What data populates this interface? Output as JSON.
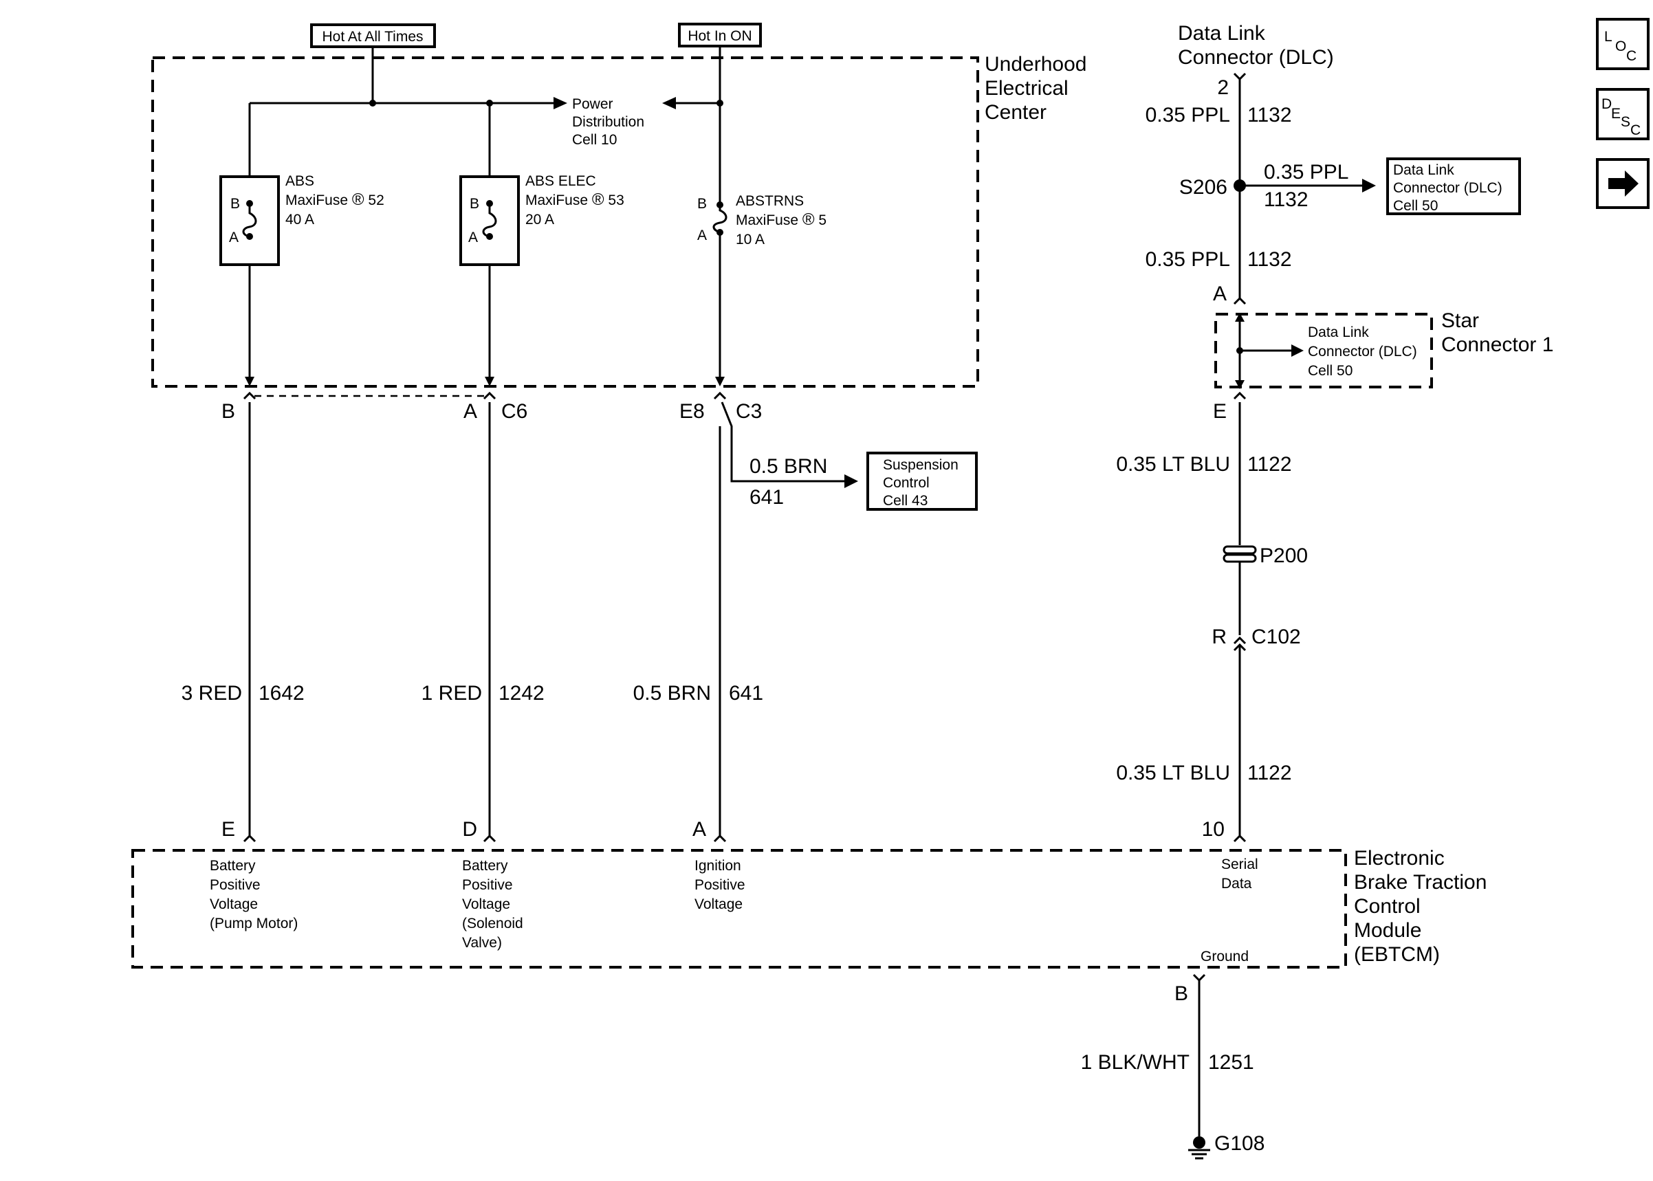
{
  "nav_icons": {
    "loc": {
      "main": "L",
      "sub": "O",
      "sub2": "C"
    },
    "desc": {
      "main": "D",
      "sub": "E",
      "sub2": "S",
      "sub3": "C"
    },
    "arrow_icon": "arrow-right-icon"
  },
  "power": {
    "hot_at_all_times": "Hot At All Times",
    "hot_in_on": "Hot In ON",
    "pdc": [
      "Power",
      "Distribution",
      "Cell 10"
    ]
  },
  "uec": {
    "label": [
      "Underhood",
      "Electrical",
      "Center"
    ],
    "fuse1": {
      "name": "ABS",
      "maxi": "MaxiFuse",
      "reg": "®",
      "num": "52",
      "rating": "40 A",
      "pin_b": "B",
      "pin_a": "A"
    },
    "fuse2": {
      "name": "ABS ELEC",
      "maxi": "MaxiFuse",
      "reg": "®",
      "num": "53",
      "rating": "20 A",
      "pin_b": "B",
      "pin_a": "A"
    },
    "fuse3": {
      "name": "ABSTRNS",
      "maxi": "MaxiFuse",
      "reg": "®",
      "num": "5",
      "rating": "10 A",
      "pin_b": "B",
      "pin_a": "A"
    }
  },
  "connectors": {
    "c6_pin_b": "B",
    "c6_pin_a": "A",
    "c6": "C6",
    "c3_pin": "E8",
    "c3": "C3"
  },
  "branch_641": {
    "color": "0.5 BRN",
    "circuit": "641",
    "dest": [
      "Suspension",
      "Control",
      "Cell 43"
    ]
  },
  "wires": {
    "w1642": {
      "color": "3 RED",
      "circuit": "1642"
    },
    "w1242": {
      "color": "1 RED",
      "circuit": "1242"
    },
    "w641": {
      "color": "0.5 BRN",
      "circuit": "641"
    }
  },
  "dlc": {
    "title": [
      "Data Link",
      "Connector (DLC)"
    ],
    "pin": "2",
    "w1": {
      "color": "0.35 PPL",
      "circuit": "1132"
    },
    "splice": "S206",
    "branch": {
      "color": "0.35 PPL",
      "circuit": "1132",
      "dest": [
        "Data Link",
        "Connector (DLC)",
        "Cell 50"
      ]
    },
    "w2": {
      "color": "0.35 PPL",
      "circuit": "1132"
    },
    "star_pin_a": "A",
    "star_label": [
      "Star",
      "Connector 1"
    ],
    "star_dest": [
      "Data Link",
      "Connector (DLC)",
      "Cell 50"
    ],
    "star_pin_e": "E",
    "w3": {
      "color": "0.35 LT BLU",
      "circuit": "1122"
    },
    "p200": "P200",
    "c102_pin": "R",
    "c102": "C102",
    "w4": {
      "color": "0.35 LT BLU",
      "circuit": "1122"
    }
  },
  "ebtcm": {
    "label": [
      "Electronic",
      "Brake Traction",
      "Control",
      "Module",
      "(EBTCM)"
    ],
    "pin_e": "E",
    "pin_d": "D",
    "pin_a": "A",
    "pin_10": "10",
    "desc_e": [
      "Battery",
      "Positive",
      "Voltage",
      "(Pump Motor)"
    ],
    "desc_d": [
      "Battery",
      "Positive",
      "Voltage",
      "(Solenoid",
      "Valve)"
    ],
    "desc_a": [
      "Ignition",
      "Positive",
      "Voltage"
    ],
    "desc_10": [
      "Serial",
      "Data"
    ],
    "ground": "Ground"
  },
  "ground_wire": {
    "pin": "B",
    "color": "1 BLK/WHT",
    "circuit": "1251",
    "ground": "G108"
  }
}
